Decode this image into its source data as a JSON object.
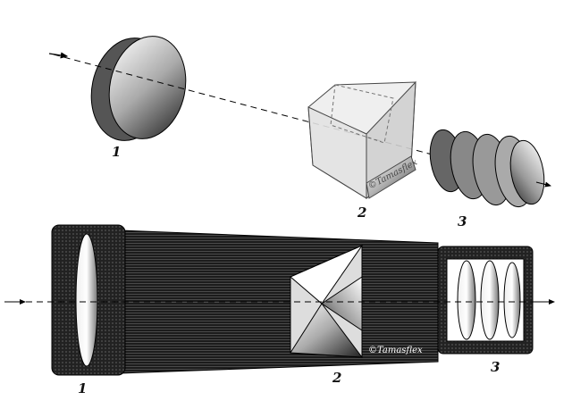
{
  "diagram": {
    "top_labels": {
      "lens": "1",
      "prism": "2",
      "lens_group": "3"
    },
    "bottom_labels": {
      "objective": "1",
      "prism": "2",
      "eyepiece": "3"
    },
    "watermark_top": "©Tamasflex",
    "watermark_bottom": "©Tamasflex",
    "colors": {
      "body": "#2a2a2a",
      "line": "#000000",
      "glass": "#dcdcdc"
    }
  }
}
